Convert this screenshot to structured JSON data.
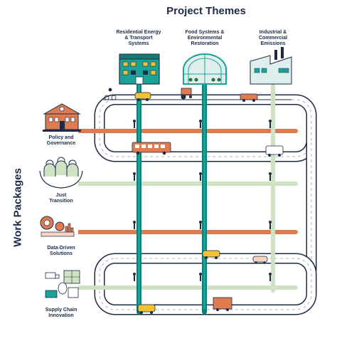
{
  "title": "Project Themes",
  "side_label": "Work Packages",
  "themes": [
    {
      "label": "Residential Energy\n& Transport\nSystems"
    },
    {
      "label": "Food Systems &\nEnvironmental\nRestoration"
    },
    {
      "label": "Industrial &\nCommercial\nEmissions"
    }
  ],
  "work_packages": [
    {
      "label": "Policy and\nGovernance",
      "color": "#e07a4f",
      "icon": "town-hall-icon"
    },
    {
      "label": "Just\nTransition",
      "color": "#cfe2c4",
      "icon": "community-hands-icon"
    },
    {
      "label": "Data-Driven\nSolutions",
      "color": "#e07a4f",
      "icon": "data-charts-icon"
    },
    {
      "label": "Supply Chain\nInnovation",
      "color": "#cfe2c4",
      "icon": "supply-chain-icon"
    }
  ],
  "colors": {
    "navy": "#1f2a44",
    "teal": "#1aa399",
    "teal_dark": "#147a73",
    "orange": "#e07a4f",
    "mint": "#cfe2c4",
    "road": "#ffffff",
    "road_border": "#1f2a44",
    "yellow": "#f2c230"
  }
}
